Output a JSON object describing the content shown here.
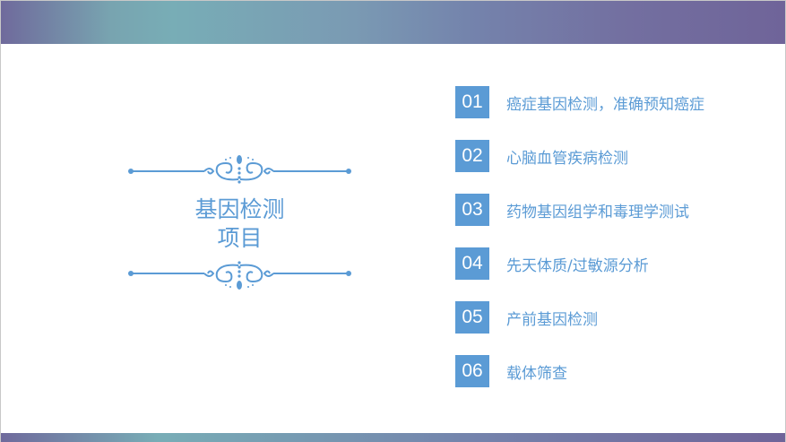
{
  "title": {
    "line1": "基因检测",
    "line2": "项目"
  },
  "items": [
    {
      "num": "01",
      "label": "癌症基因检测，准确预知癌症"
    },
    {
      "num": "02",
      "label": "心脑血管疾病检测"
    },
    {
      "num": "03",
      "label": "药物基因组学和毒理学测试"
    },
    {
      "num": "04",
      "label": "先天体质/过敏源分析"
    },
    {
      "num": "05",
      "label": "产前基因检测"
    },
    {
      "num": "06",
      "label": "载体筛查"
    }
  ],
  "colors": {
    "accent": "#5b9bd5"
  }
}
